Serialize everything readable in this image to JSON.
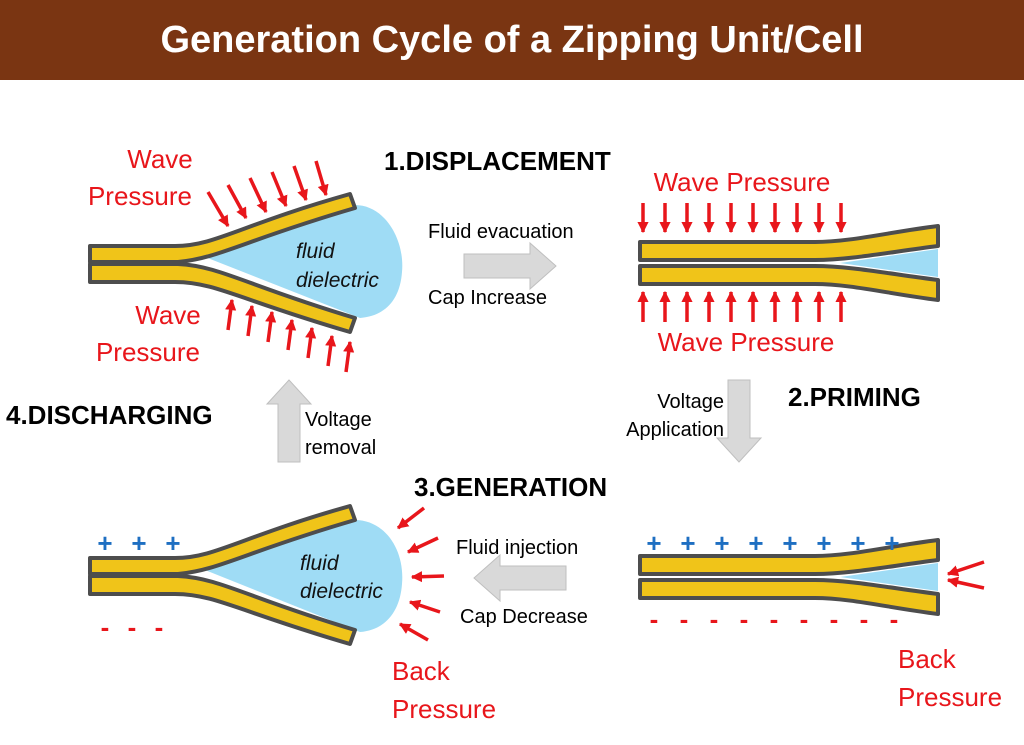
{
  "title": "Generation Cycle of a Zipping Unit/Cell",
  "stages": {
    "displacement": "1.DISPLACEMENT",
    "priming": "2.PRIMING",
    "generation": "3.GENERATION",
    "discharging": "4.DISCHARGING"
  },
  "labels": {
    "wave_line1": "Wave",
    "wave_line2": "Pressure",
    "wave_pressure": "Wave Pressure",
    "fluid_line1": "fluid",
    "fluid_line2": "dielectric",
    "fluid_evacuation": "Fluid evacuation",
    "cap_increase": "Cap Increase",
    "voltage": "Voltage",
    "application": "Application",
    "fluid_injection": "Fluid injection",
    "cap_decrease": "Cap Decrease",
    "voltage_removal_line1": "Voltage",
    "voltage_removal_line2": "removal",
    "back": "Back",
    "pressure": "Pressure",
    "plus": "+",
    "minus": "-"
  },
  "colors": {
    "header": "#7a3512",
    "arrow_red": "#e8161b",
    "charge_plus": "#1e6fc2",
    "electrode": "#f0c419",
    "fluid": "#9fdcf5",
    "process_arrow": "#d9d9d9"
  }
}
